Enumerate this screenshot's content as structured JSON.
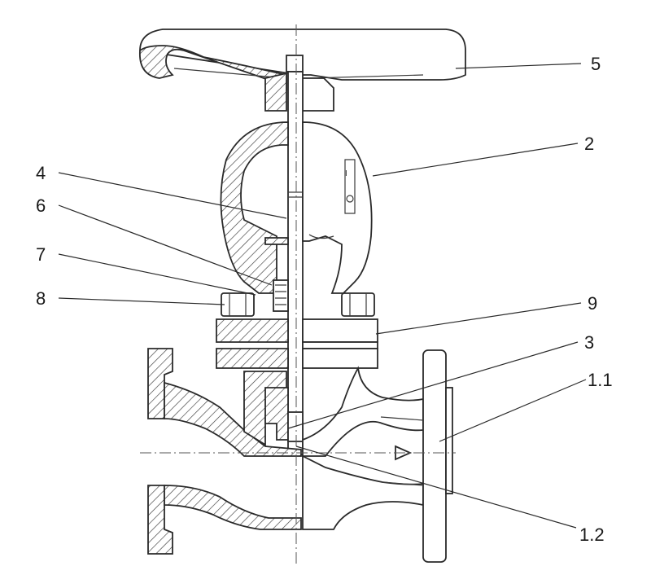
{
  "labels": {
    "l5": "5",
    "l2": "2",
    "l4": "4",
    "l6": "6",
    "l7": "7",
    "l8": "8",
    "l9": "9",
    "l3": "3",
    "l1_1": "1.1",
    "l1_2": "1.2"
  },
  "colors": {
    "line": "#2a2a2a",
    "background": "#ffffff"
  }
}
